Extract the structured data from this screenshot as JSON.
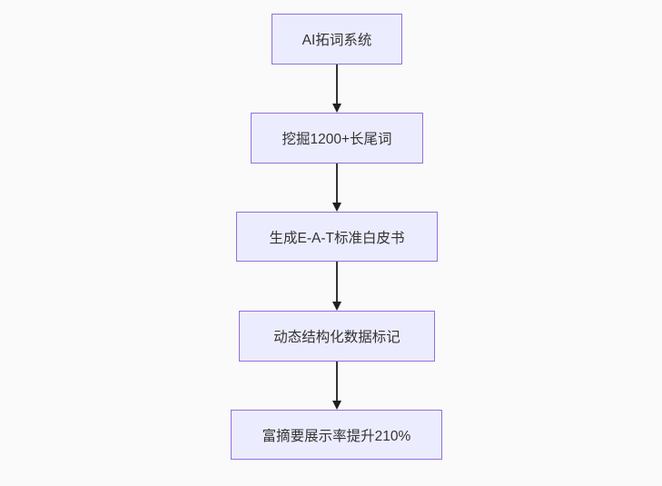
{
  "flowchart": {
    "type": "flowchart-top-down",
    "background_color": "#fafafa",
    "node_fill_color": "#ECECFF",
    "node_border_color": "#9370DB",
    "text_color": "#333333",
    "edge_color": "#333333",
    "nodes": [
      {
        "label": "AI拓词系统"
      },
      {
        "label": "挖掘1200+长尾词"
      },
      {
        "label": "生成E-A-T标准白皮书"
      },
      {
        "label": "动态结构化数据标记"
      },
      {
        "label": "富摘要展示率提升210%"
      }
    ],
    "edges": [
      {
        "from": 0,
        "to": 1,
        "style": "arrow-down"
      },
      {
        "from": 1,
        "to": 2,
        "style": "arrow-down"
      },
      {
        "from": 2,
        "to": 3,
        "style": "arrow-down"
      },
      {
        "from": 3,
        "to": 4,
        "style": "arrow-down"
      }
    ]
  }
}
